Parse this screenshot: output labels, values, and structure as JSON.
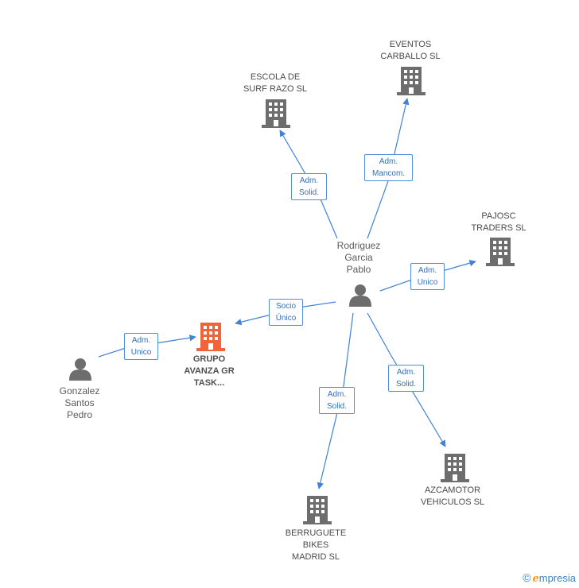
{
  "nodes": {
    "eventos": {
      "lines": [
        "EVENTOS",
        "CARBALLO SL"
      ],
      "icon": "building-icon"
    },
    "escola": {
      "lines": [
        "ESCOLA DE",
        "SURF RAZO SL"
      ],
      "icon": "building-icon"
    },
    "pajosc": {
      "lines": [
        "PAJOSC",
        "TRADERS SL"
      ],
      "icon": "building-icon"
    },
    "rodriguez": {
      "lines": [
        "Rodriguez",
        "Garcia",
        "Pablo"
      ],
      "icon": "person-icon"
    },
    "grupo": {
      "lines": [
        "GRUPO",
        "AVANZA GR",
        "TASK..."
      ],
      "icon": "building-icon",
      "highlight_color": "#f0643c"
    },
    "gonzalez": {
      "lines": [
        "Gonzalez",
        "Santos",
        "Pedro"
      ],
      "icon": "person-icon"
    },
    "azcamotor": {
      "lines": [
        "AZCAMOTOR",
        "VEHICULOS  SL"
      ],
      "icon": "building-icon"
    },
    "berruguete": {
      "lines": [
        "BERRUGUETE",
        "BIKES",
        "MADRID SL"
      ],
      "icon": "building-icon"
    }
  },
  "edges": {
    "rodriguez_eventos": [
      "Adm.",
      "Mancom."
    ],
    "rodriguez_escola": [
      "Adm.",
      "Solid."
    ],
    "rodriguez_pajosc": [
      "Adm.",
      "Unico"
    ],
    "rodriguez_grupo": [
      "Socio",
      "Único"
    ],
    "gonzalez_grupo": [
      "Adm.",
      "Unico"
    ],
    "rodriguez_azcamotor": [
      "Adm.",
      "Solid."
    ],
    "rodriguez_berruguete": [
      "Adm.",
      "Solid."
    ]
  },
  "colors": {
    "edge": "#3f82d6",
    "icon_gray": "#6d6d6d",
    "highlight": "#f0643c"
  },
  "footer": {
    "copyright": "©",
    "brand_initial": "e",
    "brand_rest": "mpresia"
  }
}
